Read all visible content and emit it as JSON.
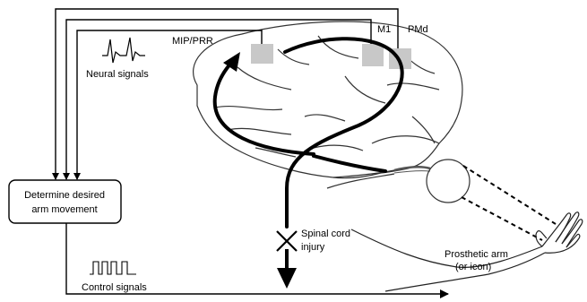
{
  "labels": {
    "mip_prr": "MIP/PRR",
    "m1": "M1",
    "pmd": "PMd",
    "neural_signals": "Neural signals",
    "box_line1": "Determine desired",
    "box_line2": "arm movement",
    "spinal_line1": "Spinal cord",
    "spinal_line2": "injury",
    "prosthetic_line1": "Prosthetic arm",
    "prosthetic_line2": "(or icon)",
    "control_signals": "Control signals"
  },
  "colors": {
    "line": "#000000",
    "region_fill": "#c8c8c8",
    "brain_stroke": "#333333"
  },
  "icons": {
    "injury": "x-mark-icon",
    "neural": "spike-waveform-icon",
    "control": "pulse-train-icon"
  }
}
